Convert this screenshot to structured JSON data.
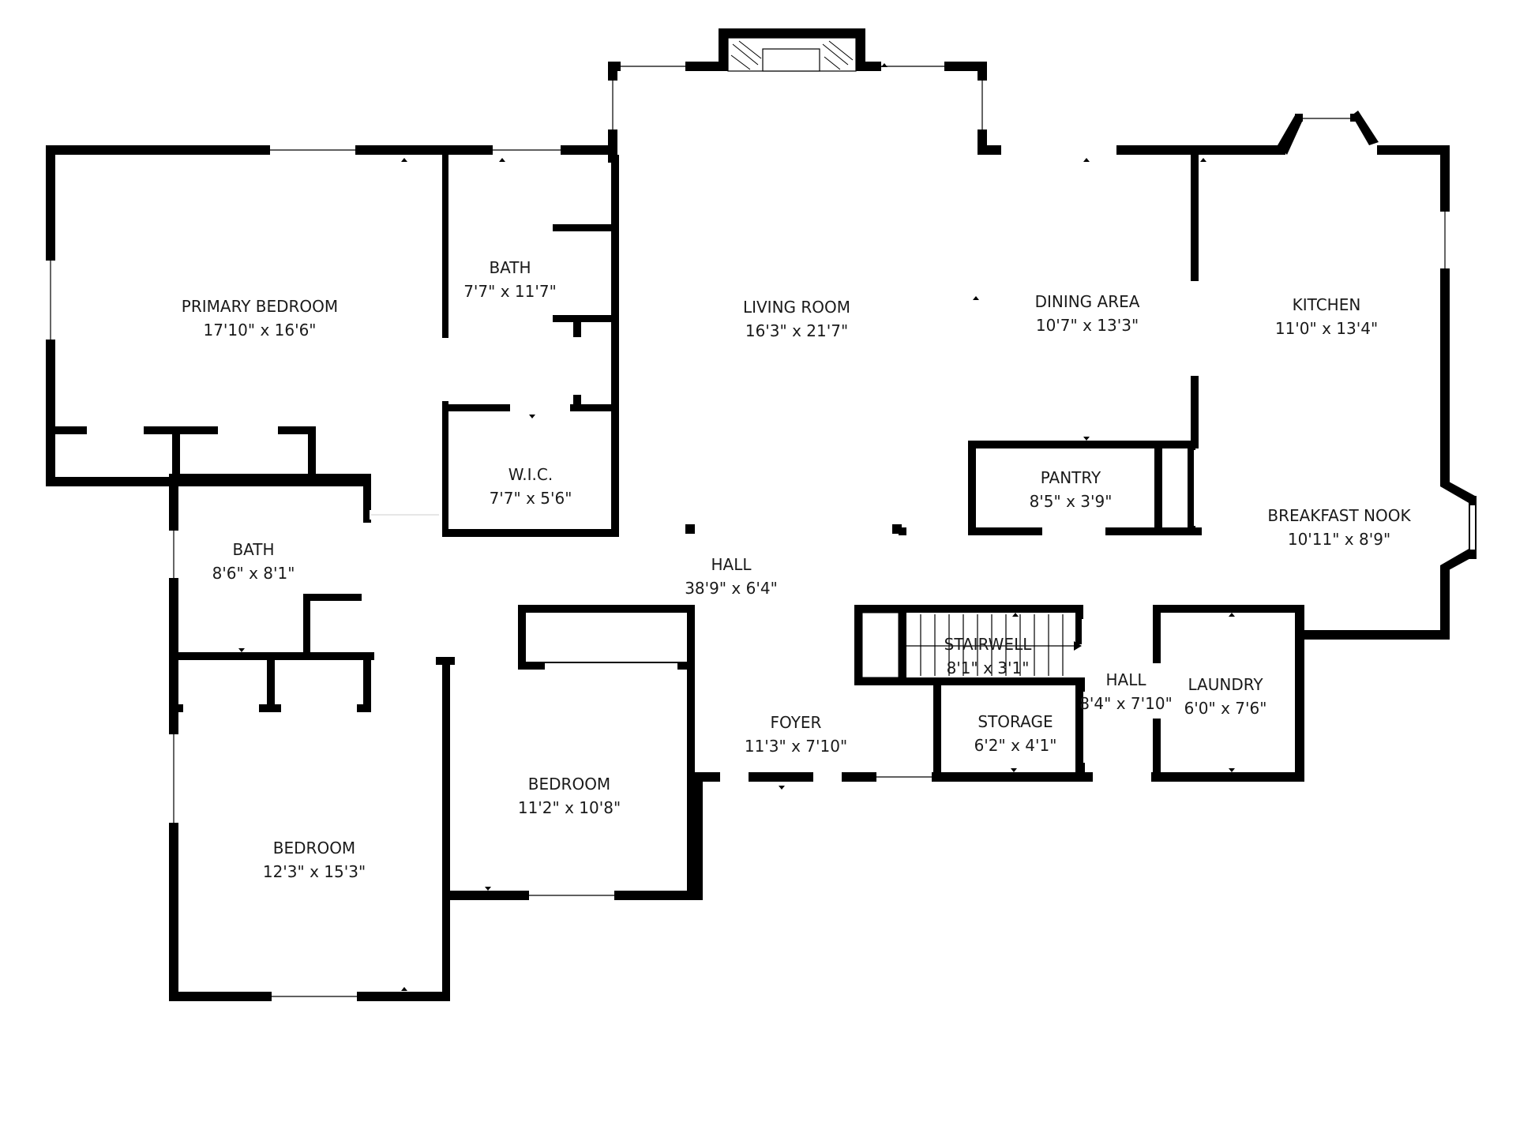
{
  "rooms": [
    {
      "id": "primary-bedroom",
      "name": "PRIMARY BEDROOM",
      "dim": "17'10\" x 16'6\""
    },
    {
      "id": "bath-1",
      "name": "BATH",
      "dim": "7'7\" x 11'7\""
    },
    {
      "id": "living-room",
      "name": "LIVING ROOM",
      "dim": "16'3\" x 21'7\""
    },
    {
      "id": "dining-area",
      "name": "DINING AREA",
      "dim": "10'7\" x 13'3\""
    },
    {
      "id": "kitchen",
      "name": "KITCHEN",
      "dim": "11'0\" x 13'4\""
    },
    {
      "id": "wic",
      "name": "W.I.C.",
      "dim": "7'7\" x 5'6\""
    },
    {
      "id": "pantry",
      "name": "PANTRY",
      "dim": "8'5\" x 3'9\""
    },
    {
      "id": "breakfast-nook",
      "name": "BREAKFAST NOOK",
      "dim": "10'11\" x 8'9\""
    },
    {
      "id": "bath-2",
      "name": "BATH",
      "dim": "8'6\" x 8'1\""
    },
    {
      "id": "hall-main",
      "name": "HALL",
      "dim": "38'9\" x 6'4\""
    },
    {
      "id": "stairwell",
      "name": "STAIRWELL",
      "dim": "8'1\" x 3'1\""
    },
    {
      "id": "hall-small",
      "name": "HALL",
      "dim": "8'4\" x 7'10\""
    },
    {
      "id": "laundry",
      "name": "LAUNDRY",
      "dim": "6'0\" x 7'6\""
    },
    {
      "id": "foyer",
      "name": "FOYER",
      "dim": "11'3\" x 7'10\""
    },
    {
      "id": "storage",
      "name": "STORAGE",
      "dim": "6'2\" x 4'1\""
    },
    {
      "id": "bedroom-1",
      "name": "BEDROOM",
      "dim": "11'2\" x 10'8\""
    },
    {
      "id": "bedroom-2",
      "name": "BEDROOM",
      "dim": "12'3\" x 15'3\""
    }
  ],
  "colors": {
    "wall": "#000000",
    "background": "#ffffff",
    "text": "#1a1a1a"
  }
}
